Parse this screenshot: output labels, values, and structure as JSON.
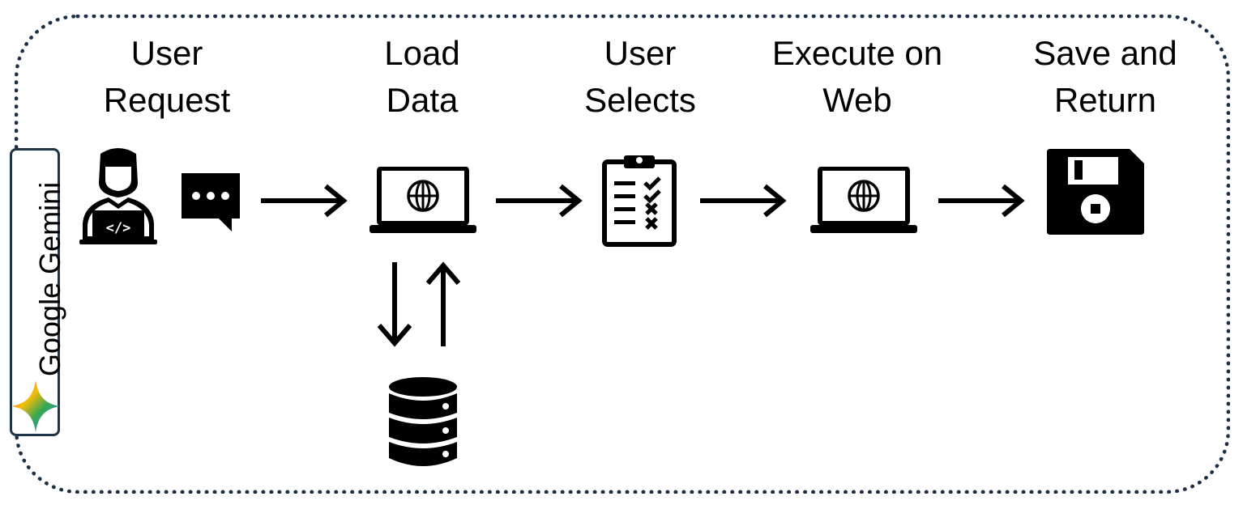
{
  "sidebar": {
    "label": "Google Gemini",
    "logo_icon": "gemini-star-icon"
  },
  "steps": [
    {
      "line1": "User",
      "line2": "Request",
      "icons": [
        "developer-icon",
        "chat-bubble-icon"
      ]
    },
    {
      "line1": "Load",
      "line2": "Data",
      "icons": [
        "laptop-globe-icon",
        "database-icon"
      ]
    },
    {
      "line1": "User",
      "line2": "Selects",
      "icons": [
        "clipboard-checklist-icon"
      ]
    },
    {
      "line1": "Execute on",
      "line2": "Web",
      "icons": [
        "laptop-globe-icon"
      ]
    },
    {
      "line1": "Save and",
      "line2": "Return",
      "icons": [
        "floppy-disk-icon"
      ]
    }
  ],
  "colors": {
    "frame_border": "#1c2f45",
    "icon_fill": "#000000",
    "gemini_gradient": [
      "#4285f4",
      "#ea4335",
      "#fbbc05",
      "#34a853"
    ]
  }
}
